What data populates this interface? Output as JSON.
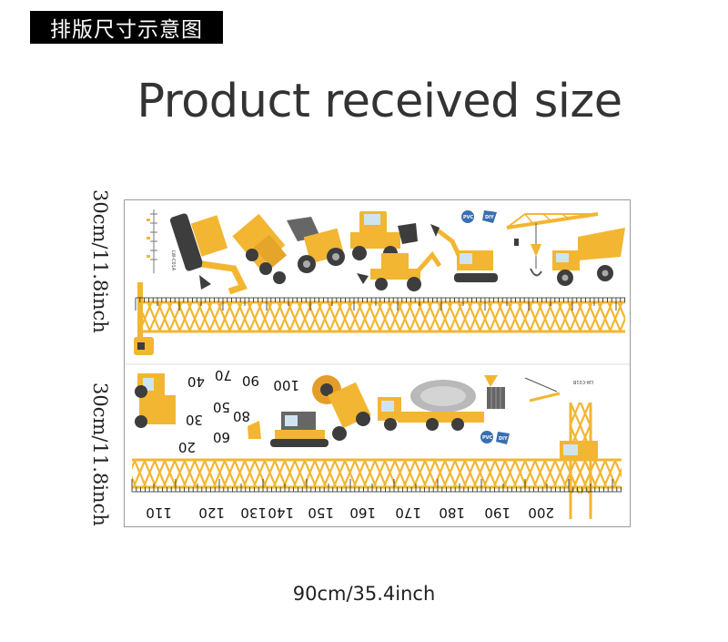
{
  "tag_label": "排版尺寸示意图",
  "title": "Product received size",
  "height_label_top": "30cm/11.8inch",
  "height_label_bottom": "30cm/11.8inch",
  "width_label": "90cm/35.4inch",
  "sheet_top": {
    "code": "LW-C01A",
    "badge_pvc": "PVC",
    "badge_diy": "DIY"
  },
  "sheet_bottom": {
    "code": "LW-C01B",
    "badge_pvc": "PVC",
    "badge_diy": "DIY",
    "small_numbers": [
      "20",
      "30",
      "40",
      "50",
      "60",
      "70",
      "80",
      "90",
      "100"
    ],
    "ruler_numbers": [
      "110",
      "120",
      "130",
      "140",
      "150",
      "160",
      "170",
      "180",
      "190",
      "200"
    ]
  },
  "colors": {
    "accent": "#F2B632",
    "dark": "#3d3d3d",
    "frame": "#9a9a9a"
  }
}
